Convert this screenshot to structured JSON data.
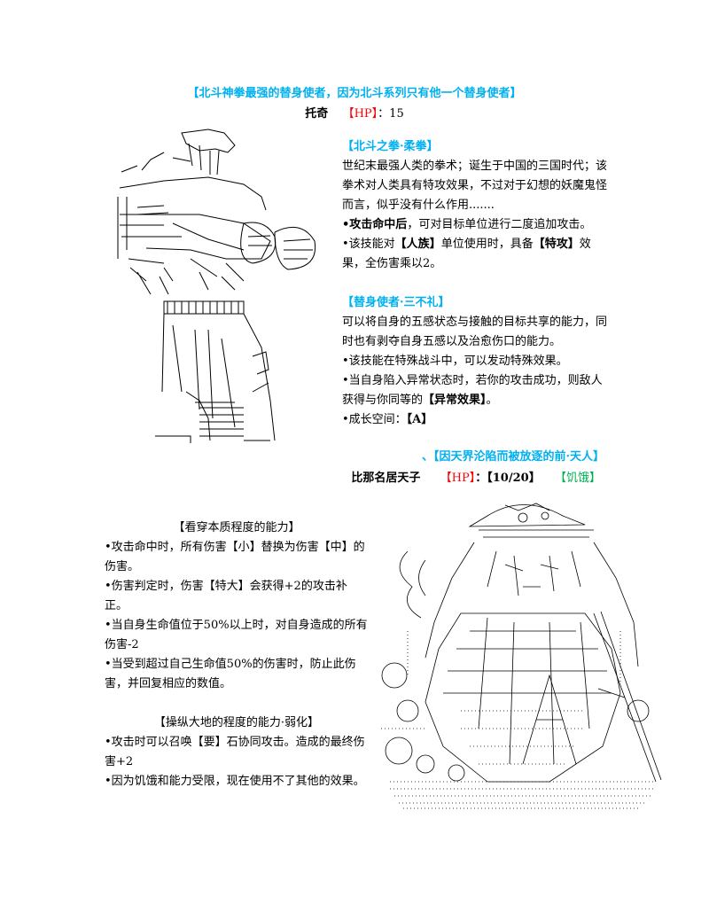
{
  "toki": {
    "subtitle": "【北斗神拳最强的替身使者，因为北斗系列只有他一个替身使者】",
    "name": "托奇",
    "hp_label": "【HP】",
    "hp_value": "：15",
    "skill1": {
      "title": "【北斗之拳·柔拳】",
      "desc": "世纪末最强人类的拳术；诞生于中国的三国时代；该拳术对人类具有特攻效果，不过对于幻想的妖魔鬼怪而言，似乎没有什么作用.......",
      "b1_bold": "•攻击命中后",
      "b1_rest": "，可对目标单位进行二度追加攻击。",
      "b2_a": "•该技能对",
      "b2_b": "【人族】",
      "b2_c": "单位使用时，具备",
      "b2_d": "【特攻】",
      "b2_e": "效果，全伤害乘以2。"
    },
    "skill2": {
      "title": "【替身使者·三不礼】",
      "desc": "可以将自身的五感状态与接触的目标共享的能力，同时也有剥夺自身五感以及治愈伤口的能力。",
      "b1": "•该技能在特殊战斗中，可以发动特殊效果。",
      "b2_a": "•当自身陷入异常状态时，若你的攻击成功，则敌人获得与你同等的",
      "b2_b": "【异常效果】",
      "b2_c": "。",
      "b3_a": "•成长空间：",
      "b3_b": "【A】"
    }
  },
  "tenshi": {
    "subtitle": "、【因天界沦陷而被放逐的前·天人】",
    "name": "比那名居天子",
    "hp_label": "【HP】",
    "hp_value": "：【10/20】",
    "status": "【饥饿】",
    "ability1": {
      "title": "【看穿本质程度的能力】",
      "b1": "•攻击命中时，所有伤害【小】替换为伤害【中】的伤害。",
      "b2": "•伤害判定时，伤害【特大】会获得+2的攻击补正。",
      "b3": "•当自身生命值位于50%以上时，对自身造成的所有伤害-2",
      "b4": "•当受到超过自己生命值50%的伤害时，防止此伤害，并回复相应的数值。"
    },
    "ability2": {
      "title": "【操纵大地的程度的能力·弱化】",
      "b1": "•攻击时可以召唤【要】石协同攻击。造成的最终伤害+2",
      "b2": "•因为饥饿和能力受限，现在使用不了其他的效果。"
    }
  },
  "colors": {
    "cyan": "#00b0f0",
    "red": "#ff0000",
    "green": "#00b050"
  }
}
